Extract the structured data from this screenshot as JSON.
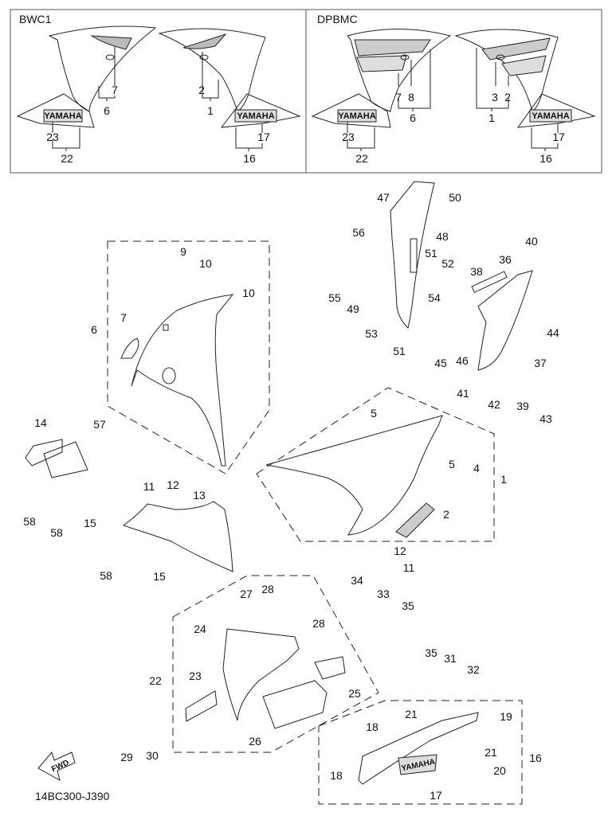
{
  "document": {
    "drawing_code": "14BC300-J390",
    "fwd_label": "FWD",
    "variants": [
      {
        "name": "BWC1",
        "decal_text": "YAMAHA",
        "callouts": {
          "left_piece": [
            "7",
            "6"
          ],
          "right_piece": [
            "2",
            "1"
          ],
          "left_lower": [
            "23",
            "22"
          ],
          "right_lower": [
            "17",
            "16"
          ]
        }
      },
      {
        "name": "DPBMC",
        "decal_text": "YAMAHA",
        "callouts": {
          "left_piece": [
            "7",
            "8",
            "6"
          ],
          "right_piece": [
            "3",
            "2",
            "1"
          ],
          "left_lower": [
            "23",
            "22"
          ],
          "right_lower": [
            "17",
            "16"
          ]
        }
      }
    ],
    "decal_17_text": "YAMAHA"
  },
  "callouts": [
    {
      "id": "v1-7",
      "text": "7"
    },
    {
      "id": "v1-6",
      "text": "6"
    },
    {
      "id": "v1-2",
      "text": "2"
    },
    {
      "id": "v1-1",
      "text": "1"
    },
    {
      "id": "v1-23",
      "text": "23"
    },
    {
      "id": "v1-22",
      "text": "22"
    },
    {
      "id": "v1-17",
      "text": "17"
    },
    {
      "id": "v1-16",
      "text": "16"
    },
    {
      "id": "v2-7",
      "text": "7"
    },
    {
      "id": "v2-8",
      "text": "8"
    },
    {
      "id": "v2-6",
      "text": "6"
    },
    {
      "id": "v2-3",
      "text": "3"
    },
    {
      "id": "v2-2",
      "text": "2"
    },
    {
      "id": "v2-1",
      "text": "1"
    },
    {
      "id": "v2-23",
      "text": "23"
    },
    {
      "id": "v2-22",
      "text": "22"
    },
    {
      "id": "v2-17",
      "text": "17"
    },
    {
      "id": "v2-16",
      "text": "16"
    },
    {
      "id": "m-47",
      "text": "47"
    },
    {
      "id": "m-50",
      "text": "50"
    },
    {
      "id": "m-56",
      "text": "56"
    },
    {
      "id": "m-48",
      "text": "48"
    },
    {
      "id": "m-40",
      "text": "40"
    },
    {
      "id": "m-36",
      "text": "36"
    },
    {
      "id": "m-51a",
      "text": "51"
    },
    {
      "id": "m-52",
      "text": "52"
    },
    {
      "id": "m-38",
      "text": "38"
    },
    {
      "id": "m-55",
      "text": "55"
    },
    {
      "id": "m-49",
      "text": "49"
    },
    {
      "id": "m-54",
      "text": "54"
    },
    {
      "id": "m-53",
      "text": "53"
    },
    {
      "id": "m-44",
      "text": "44"
    },
    {
      "id": "m-51b",
      "text": "51"
    },
    {
      "id": "m-45",
      "text": "45"
    },
    {
      "id": "m-46",
      "text": "46"
    },
    {
      "id": "m-37",
      "text": "37"
    },
    {
      "id": "m-41",
      "text": "41"
    },
    {
      "id": "m-42",
      "text": "42"
    },
    {
      "id": "m-39",
      "text": "39"
    },
    {
      "id": "m-43",
      "text": "43"
    },
    {
      "id": "m-9",
      "text": "9"
    },
    {
      "id": "m-10a",
      "text": "10"
    },
    {
      "id": "m-10b",
      "text": "10"
    },
    {
      "id": "m-6",
      "text": "6"
    },
    {
      "id": "m-7",
      "text": "7"
    },
    {
      "id": "m-14",
      "text": "14"
    },
    {
      "id": "m-57",
      "text": "57"
    },
    {
      "id": "m-11a",
      "text": "11"
    },
    {
      "id": "m-12a",
      "text": "12"
    },
    {
      "id": "m-58a",
      "text": "58"
    },
    {
      "id": "m-58b",
      "text": "58"
    },
    {
      "id": "m-15a",
      "text": "15"
    },
    {
      "id": "m-13",
      "text": "13"
    },
    {
      "id": "m-58c",
      "text": "58"
    },
    {
      "id": "m-15b",
      "text": "15"
    },
    {
      "id": "m-5a",
      "text": "5"
    },
    {
      "id": "m-5b",
      "text": "5"
    },
    {
      "id": "m-4",
      "text": "4"
    },
    {
      "id": "m-1",
      "text": "1"
    },
    {
      "id": "m-2",
      "text": "2"
    },
    {
      "id": "m-12b",
      "text": "12"
    },
    {
      "id": "m-11b",
      "text": "11"
    },
    {
      "id": "m-27",
      "text": "27"
    },
    {
      "id": "m-28a",
      "text": "28"
    },
    {
      "id": "m-34",
      "text": "34"
    },
    {
      "id": "m-33",
      "text": "33"
    },
    {
      "id": "m-35a",
      "text": "35"
    },
    {
      "id": "m-24",
      "text": "24"
    },
    {
      "id": "m-28b",
      "text": "28"
    },
    {
      "id": "m-22",
      "text": "22"
    },
    {
      "id": "m-23",
      "text": "23"
    },
    {
      "id": "m-25",
      "text": "25"
    },
    {
      "id": "m-26",
      "text": "26"
    },
    {
      "id": "m-29",
      "text": "29"
    },
    {
      "id": "m-30",
      "text": "30"
    },
    {
      "id": "m-35b",
      "text": "35"
    },
    {
      "id": "m-31",
      "text": "31"
    },
    {
      "id": "m-32",
      "text": "32"
    },
    {
      "id": "m-21a",
      "text": "21"
    },
    {
      "id": "m-19",
      "text": "19"
    },
    {
      "id": "m-18a",
      "text": "18"
    },
    {
      "id": "m-21b",
      "text": "21"
    },
    {
      "id": "m-16",
      "text": "16"
    },
    {
      "id": "m-18b",
      "text": "18"
    },
    {
      "id": "m-20",
      "text": "20"
    },
    {
      "id": "m-17",
      "text": "17"
    }
  ]
}
